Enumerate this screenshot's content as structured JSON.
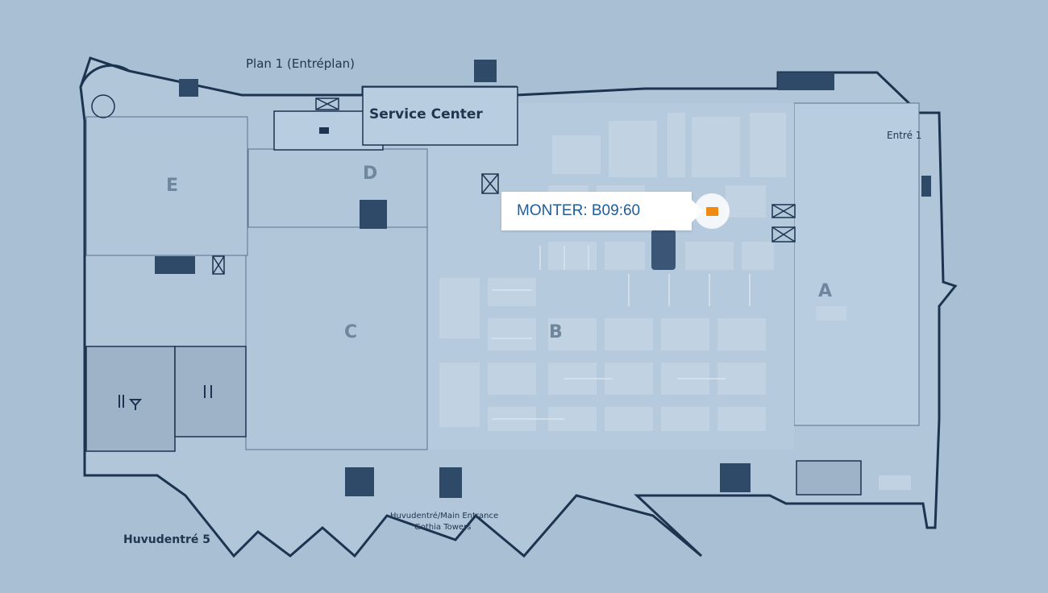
{
  "map": {
    "floor_label": "Plan 1 (Entréplan)",
    "service_center_label": "Service Center",
    "halls": [
      {
        "id": "A",
        "label": "A"
      },
      {
        "id": "B",
        "label": "B"
      },
      {
        "id": "C",
        "label": "C"
      },
      {
        "id": "D",
        "label": "D"
      },
      {
        "id": "E",
        "label": "E"
      }
    ],
    "entrances": {
      "entre_1": "Entré 1",
      "huvudentre_5": "Huvudentré 5",
      "main_entrance_line1": "Huvudentré/Main Entrance",
      "main_entrance_line2": "Gothia Towers"
    },
    "colors": {
      "background": "#a9bfd4",
      "hall_fill": "#b6cadd",
      "wall": "#1d3450",
      "dark_block": "#2f4a68",
      "restaurant_fill": "#9fb3c8",
      "marker": "#f08a12",
      "popup_text": "#1f5c9a"
    }
  },
  "popup": {
    "exhibitor_label": "MONTER: B09:60"
  },
  "marker": {
    "icon": "booth-marker-icon"
  }
}
